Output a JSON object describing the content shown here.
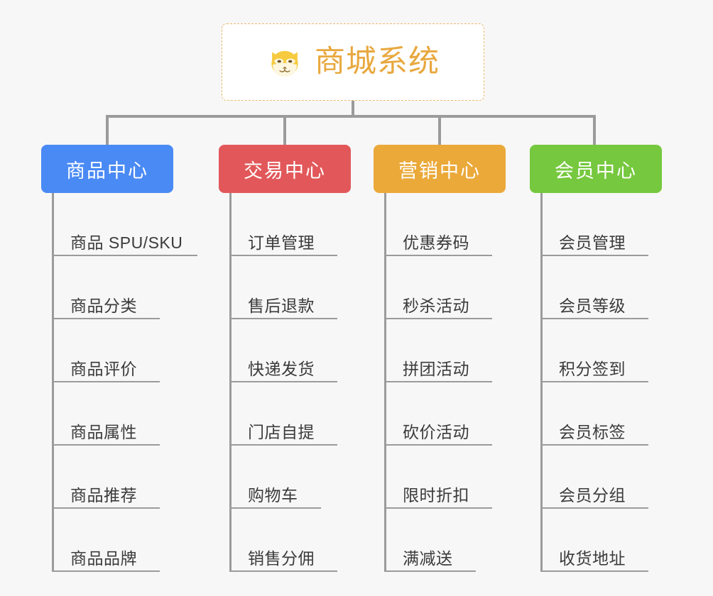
{
  "page": {
    "background_color": "#f7f7f7",
    "connector_color": "#9b9b9b"
  },
  "root": {
    "title": "商城系统",
    "icon": "shiba-dog-icon",
    "title_color": "#e8a83e",
    "border_color": "#e9b96b",
    "background_color": "#ffffff"
  },
  "branches": [
    {
      "label": "商品中心",
      "color": "#4a8af4",
      "leaves": [
        "商品 SPU/SKU",
        "商品分类",
        "商品评价",
        "商品属性",
        "商品推荐",
        "商品品牌"
      ]
    },
    {
      "label": "交易中心",
      "color": "#e2585a",
      "leaves": [
        "订单管理",
        "售后退款",
        "快递发货",
        "门店自提",
        "购物车",
        "销售分佣"
      ]
    },
    {
      "label": "营销中心",
      "color": "#eba93a",
      "leaves": [
        "优惠券码",
        "秒杀活动",
        "拼团活动",
        "砍价活动",
        "限时折扣",
        "满减送"
      ]
    },
    {
      "label": "会员中心",
      "color": "#76c83e",
      "leaves": [
        "会员管理",
        "会员等级",
        "积分签到",
        "会员标签",
        "会员分组",
        "收货地址"
      ]
    }
  ]
}
